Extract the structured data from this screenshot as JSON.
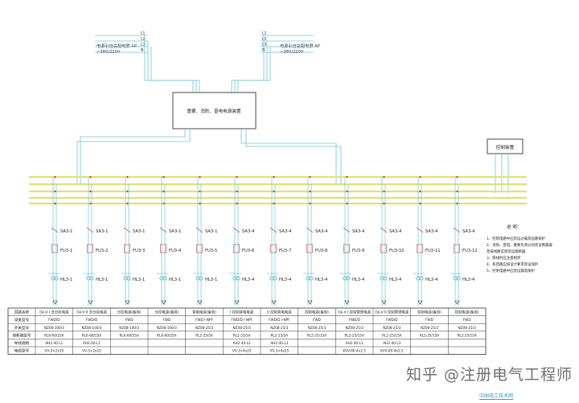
{
  "supply_left": {
    "phase_labels": [
      "L1",
      "L2",
      "L3",
      "N"
    ],
    "caption": "电源引自总配电屏 AP",
    "voltage": "~380/220V"
  },
  "supply_right": {
    "phase_labels": [
      "L1",
      "L2",
      "L3",
      "N"
    ],
    "caption": "电源引自总配电屏 AP",
    "voltage": "~380/220V"
  },
  "transfer_box": "重要、消防、普电电源装置",
  "control_box": "控制装置",
  "circuits": [
    {
      "switch": "SA3-1",
      "fuse": "FU3-1",
      "lamp": "HL3-1"
    },
    {
      "switch": "SA3-1",
      "fuse": "FU3-2",
      "lamp": "HL3-1"
    },
    {
      "switch": "SA3-1",
      "fuse": "FU3-3",
      "lamp": "HL3-1"
    },
    {
      "switch": "SA3-1",
      "fuse": "FU3-4",
      "lamp": "HL3-1"
    },
    {
      "switch": "SA3-1",
      "fuse": "FU3-5",
      "lamp": "HL3-1"
    },
    {
      "switch": "SA3-4",
      "fuse": "FU3-6",
      "lamp": "HL3-4"
    },
    {
      "switch": "SA3-4",
      "fuse": "FU3-7",
      "lamp": "HL3-4"
    },
    {
      "switch": "SA3-4",
      "fuse": "FU3-8",
      "lamp": "HL3-4"
    },
    {
      "switch": "SA3-4",
      "fuse": "FU3-9",
      "lamp": "HL3-4"
    },
    {
      "switch": "SA3-4",
      "fuse": "FU3-10",
      "lamp": "HL3-4"
    },
    {
      "switch": "SA3-4",
      "fuse": "FU3-11",
      "lamp": "HL3-4"
    },
    {
      "switch": "SA3-4",
      "fuse": "FU3-12",
      "lamp": "HL3-4"
    }
  ],
  "notes": {
    "title": "说 明：",
    "lines": [
      "1、控制电路中应装设过载及短路保护",
      "2、消防、普电、重要负荷分别装设断路器",
      "及按线路实际装设熔断器",
      "3、接线时应注意相序",
      "4、各回路应按设计要求装设保护",
      "5、控制电路中应装设漏电保护"
    ]
  },
  "table": {
    "row_headers": [
      "回路名称",
      "设备型号",
      "开关型号",
      "熔断器型号",
      "导线规格",
      "电缆型号"
    ],
    "columns": [
      [
        "Gk-V I 总分段电源",
        "FWD/D",
        "NZ08-100/3",
        "RL6-60/25A",
        "AH2-40-L1",
        "VV-3×2x10"
      ],
      [
        "Gk-V II 总分段电源",
        "FWD/D",
        "NZ08-100/3",
        "RL6-60/25A",
        "AH2-40-L1",
        "VV-3×2x10"
      ],
      [
        "分控电源(备用)",
        "FWD",
        "NZ08-100/3",
        "RL6-60/25A",
        "",
        ""
      ],
      [
        "分控电源(备用)",
        "FWD",
        "NZ08-100/3",
        "RL6-60/25A",
        "",
        ""
      ],
      [
        "普电电源(备用)",
        "FWD I-NPF",
        "NZ08-25/3",
        "RL2-25/5A",
        "",
        ""
      ],
      [
        "I 控制普电电源",
        "FWD/D I-NPF",
        "NZ08-25/3",
        "RL2-25/5A",
        "AH2-40-L2",
        "VV-3×4x25"
      ],
      [
        "II 控制普电电源",
        "FWD/D I-NPF",
        "NZ08-25/3",
        "RL2-25/5A",
        "AH2-40-L3",
        "VV-3×4x25"
      ],
      [
        "控制电源(备用)",
        "FWD",
        "NZ08-25/3",
        "RL2-25/15A",
        "",
        ""
      ],
      [
        "Gk-V I 控制管理电源",
        "FWD/D",
        "NZ08-25/3",
        "RL2-25/15A",
        "AH2-40-L3",
        "KVV-60-4x2.5"
      ],
      [
        "Gk-V II 控制管理电源",
        "FWD/D",
        "NZ08-25/3",
        "RL2-25/15A",
        "AH2-40-L3",
        "KVV-60-4x2.5"
      ],
      [
        "控制电源(备用)",
        "FWD",
        "NZ08-25/3",
        "RL2-25/15A",
        "",
        ""
      ],
      [
        "控制电源(备用)",
        "FWD",
        "NZ08-25/3",
        "RL2-25/15A",
        "",
        ""
      ]
    ]
  },
  "watermark": "知乎 @注册电气工程师",
  "corner_tag": "中国电工技术网",
  "colors": {
    "bus": "#e8e87a",
    "wire": "#6fc6d2",
    "ink": "#222222",
    "switch_mark": "#d02050",
    "fuse_mark": "#c83c3c",
    "accent": "#2aa0c8"
  }
}
